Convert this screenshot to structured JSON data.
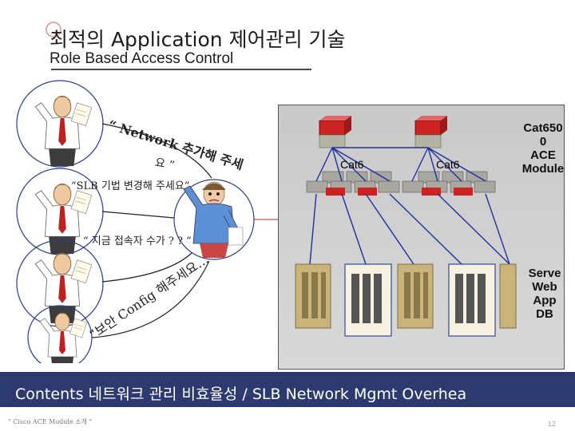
{
  "title": {
    "korean": "최적의 Application 제어관리 기술",
    "english": "Role Based Access Control"
  },
  "speech": {
    "network_line": "“ Network 추가해 주세",
    "network_tail": "요 ”",
    "slb": "“SLB 기법 변경해 주세요”",
    "session": "“ 지금 접속자 수가 ? ? ”",
    "security_1": "“보안 Config 해주세요…"
  },
  "labels": {
    "cat6_left": "Cat6",
    "cat6_right": "Cat6",
    "cat6500": "Cat650\n0\nACE\nModule",
    "servers": "Serve\nWeb\nApp\nDB"
  },
  "footer": {
    "text": "Contents 네트워크 관리 비효율성 / SLB Network Mgmt Overhea",
    "bottom_left": "\" Cisco ACE Module 소개 \"",
    "page_number": "12"
  },
  "colors": {
    "footer_bar": "#2c3a70",
    "box_bg": "#c9c9c9",
    "router_red": "#cc2222",
    "link_blue": "#1f2f9e",
    "arc_blue": "#2c3c8c"
  }
}
